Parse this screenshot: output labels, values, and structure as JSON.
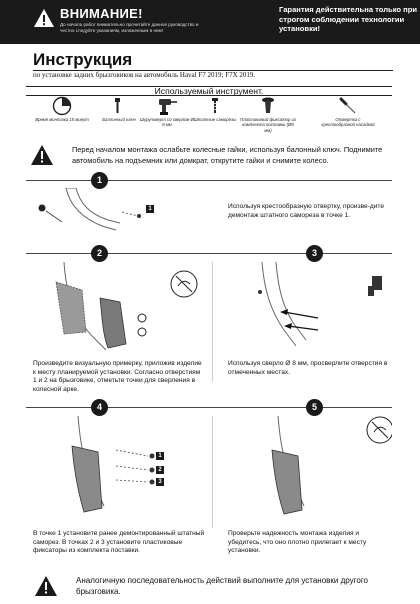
{
  "banner": {
    "warning_title": "ВНИМАНИЕ!",
    "warning_text": "До начала работ внимательно прочитайте данное руководство и честно следуйте указаниям, изложенным в нем!",
    "guarantee": "Гарантия действительна только при строгом соблюдении технологии установки!"
  },
  "header": {
    "title": "Инструкция",
    "subtitle": "по установке задних брызговиков на автомобиль Haval F7 2019; F7X 2019."
  },
  "tools": {
    "heading": "Используемый инструмент.",
    "items": [
      {
        "label": "Время монтажа 15 минут",
        "icon": "clock-icon"
      },
      {
        "label": "Баллонный ключ",
        "icon": "wrench-icon"
      },
      {
        "label": "Шуруповерт со сверлом Ø 8 мм",
        "icon": "drill-icon"
      },
      {
        "label": "Штатные саморезы",
        "icon": "screw-icon"
      },
      {
        "label": "Пластиковый фиксатор из комплекта поставки (Ø8 мм)",
        "icon": "clip-icon"
      },
      {
        "label": "Отвертка с крестообразной насадкой",
        "icon": "screwdriver-icon"
      }
    ]
  },
  "warning": {
    "text": "Перед началом монтажа ослабьте колесные гайки, используя балонный ключ. Поднимите автомобиль на подъемник или домкрат, открутите гайки и снимите колесо."
  },
  "steps": [
    {
      "num": "1",
      "text": "Используя крестообразную отвертку, произве-дите демонтаж штатного самореза в точке 1."
    },
    {
      "num": "2",
      "text": "Произведите визуальную примерку, приложив изделие к месту планируемой установки. Согласно отверстиям 1 и 2 на брызговике, отметьте точки для сверления в колесной арке."
    },
    {
      "num": "3",
      "text": "Используя сверло Ø 8 мм, просверлите отверстия в отмеченных местах."
    },
    {
      "num": "4",
      "text": "В точке 1 установите ранее демонтированный штатный саморез. В точках 2 и 3 установите пластиковые фиксаторы из комплекта поставки."
    },
    {
      "num": "5",
      "text": "Проверьте надежность монтажа изделия и убедитесь, что оно плотно прилегает к месту установки."
    }
  ],
  "markers": {
    "one": "1",
    "two": "2",
    "three": "3"
  },
  "footer": {
    "text": "Аналогичную последовательность действий выполните для установки другого брызговика."
  },
  "colors": {
    "dark": "#1a1a1a",
    "panel_gray": "#8a8a8a",
    "line": "#444444"
  }
}
